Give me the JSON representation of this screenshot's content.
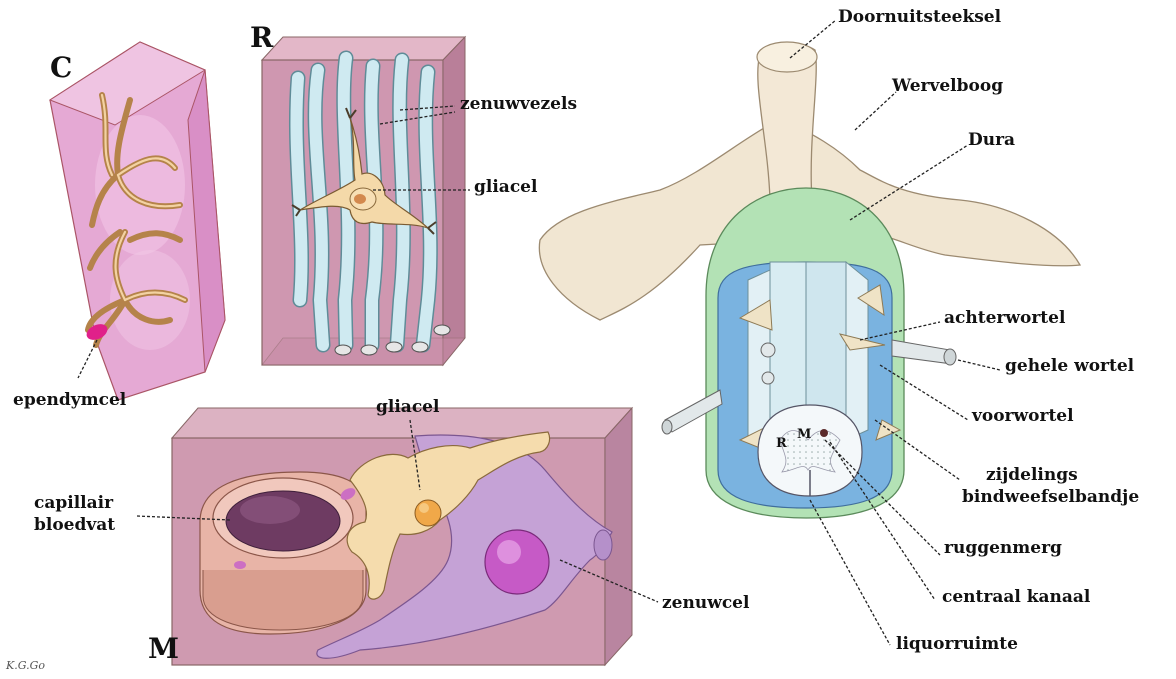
{
  "panels": {
    "c": "C",
    "r": "R",
    "m": "M"
  },
  "labels": {
    "zenuwvezels": "zenuwvezels",
    "gliacel_r": "gliacel",
    "ependymcel": "ependymcel",
    "gliacel_m": "gliacel",
    "capillair": "capillair",
    "bloedvat": "bloedvat",
    "zenuwcel": "zenuwcel",
    "doornuitsteeksel": "Doornuitsteeksel",
    "wervelboog": "Wervelboog",
    "dura": "Dura",
    "achterwortel": "achterwortel",
    "gehele_wortel": "gehele wortel",
    "voorwortel": "voorwortel",
    "zijdelings": "zijdelings",
    "bindweefselbandje": "bindweefselbandje",
    "ruggenmerg": "ruggenmerg",
    "centraal_kanaal": "centraal kanaal",
    "liquorruimte": "liquorruimte",
    "section_r": "R",
    "section_m": "M"
  },
  "signature": "K.G.Go",
  "colors": {
    "block_pink": "#d9a3bb",
    "bone": "#f1e6d2",
    "dura": "#b5e3b4",
    "liquor": "#7ab2e0",
    "nerve": "#dceef2",
    "glia": "#f6d89c"
  }
}
